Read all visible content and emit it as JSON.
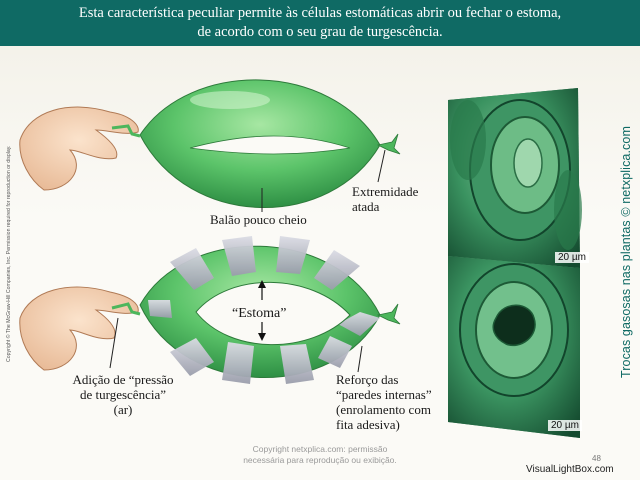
{
  "header": {
    "line1": "Esta característica peculiar permite às células estomáticas abrir ou fechar o estoma,",
    "line2": "de acordo com o seu grau de turgescência."
  },
  "labels": {
    "balloon": "Balão pouco cheio",
    "tied_end_line1": "Extremidade",
    "tied_end_line2": "atada",
    "stomata": "“Estoma”",
    "add_pressure_line1": "Adição de “pressão",
    "add_pressure_line2": "de turgescência”",
    "add_pressure_line3": "(ar)",
    "reinforce_line1": "Reforço das",
    "reinforce_line2": "“paredes internas”",
    "reinforce_line3": "(enrolamento com",
    "reinforce_line4": "fita adesiva)"
  },
  "micrographs": {
    "scale_top": "20 µm",
    "scale_bottom": "20 µm"
  },
  "side": {
    "copyright_vertical": "Copyright © The McGraw-Hill Companies, Inc. Permission required for reproduction or display.",
    "site_vertical": "Trocas gasosas nas plantas © netxplica.com"
  },
  "footer": {
    "copy_line1": "Copyright netxplica.com: permissão",
    "copy_line2": "necessária para reprodução ou exibição.",
    "page_number": "48",
    "watermark": "VisualLightBox.com"
  },
  "colors": {
    "header_bg": "#0f6a64",
    "balloon_green": "#5cc46a",
    "tape_gray": "#b9bcc8",
    "micrograph_green": "#2f8a58"
  }
}
